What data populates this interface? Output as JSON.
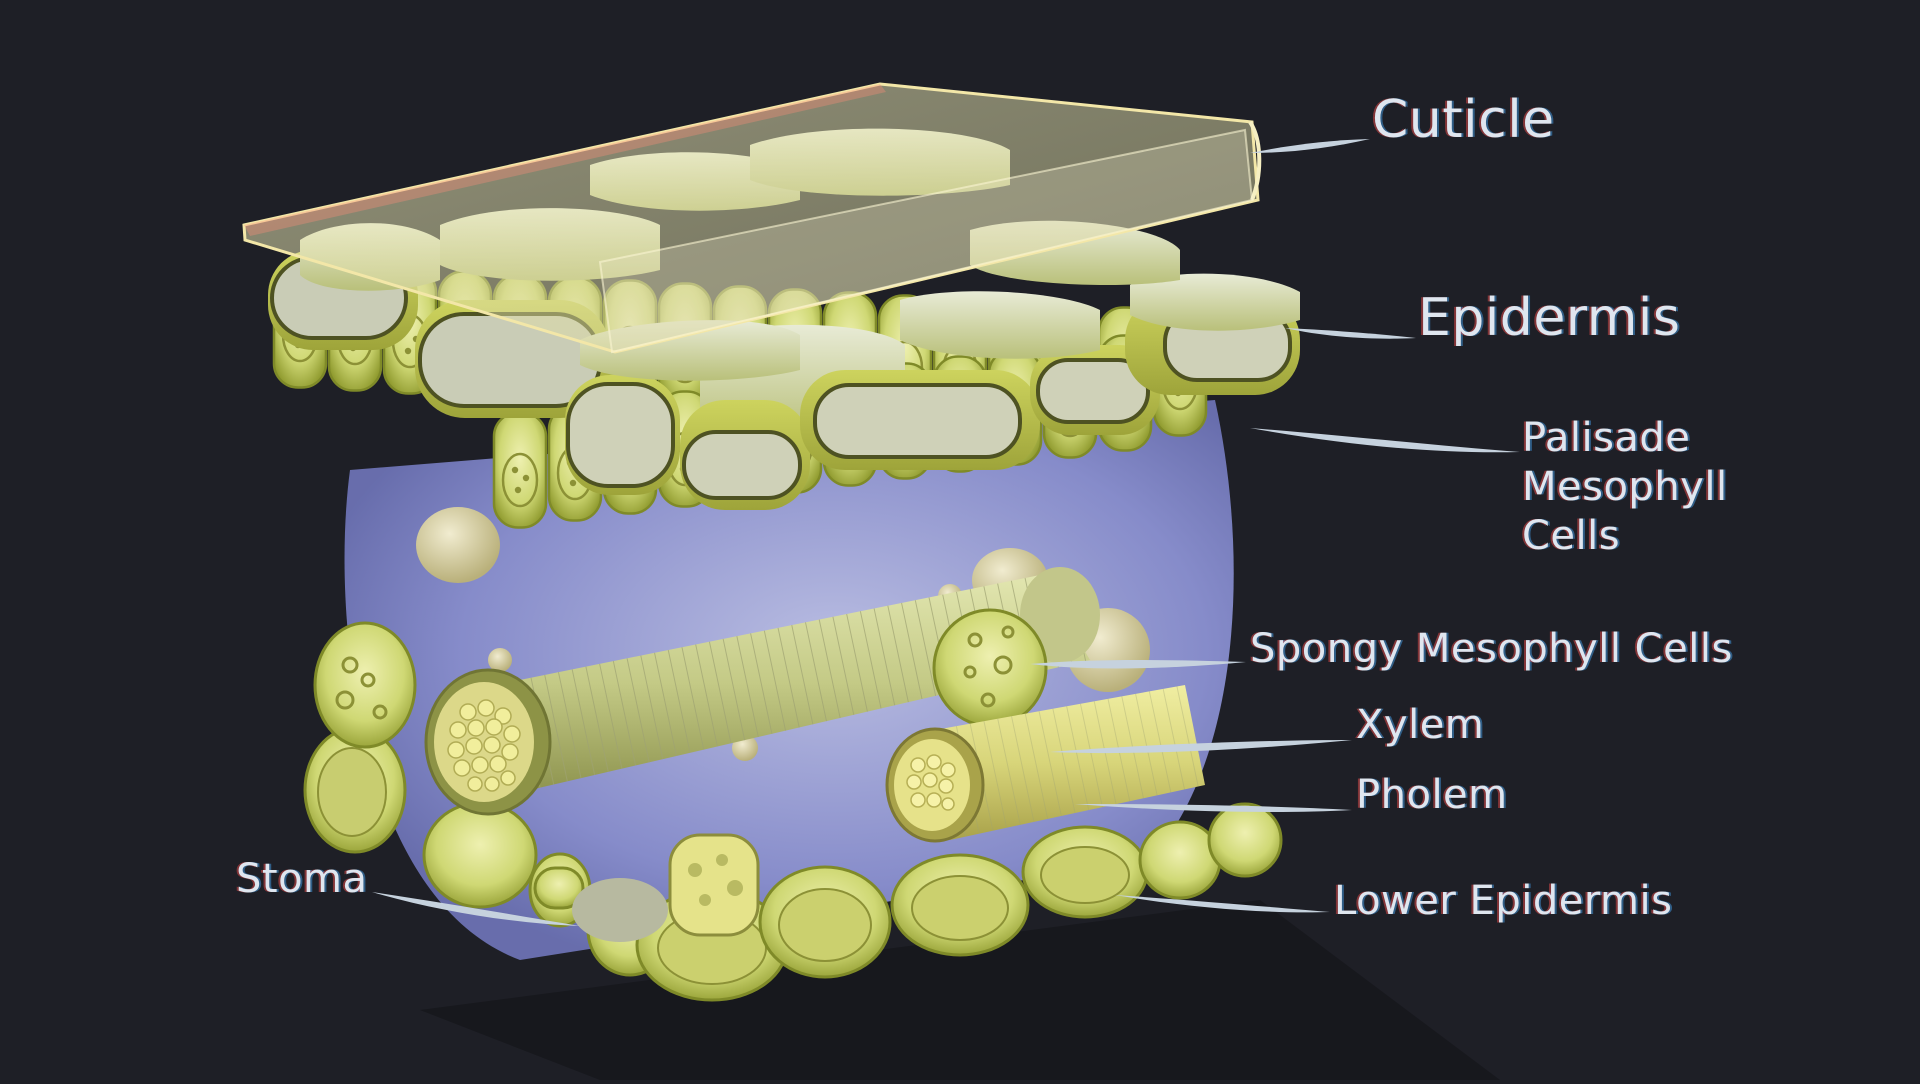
{
  "labels": {
    "cuticle": "Cuticle",
    "epidermis": "Epidermis",
    "palisade": [
      "Palisade",
      "Mesophyll",
      "Cells"
    ],
    "spongy": "Spongy Mesophyll Cells",
    "xylem": "Xylem",
    "pholem": "Pholem",
    "lower_epidermis": "Lower Epidermis",
    "stoma": "Stoma"
  },
  "colors": {
    "background": "#1e1f26",
    "label_text": "#dfe6ef",
    "cell_green": "#d3dc7a",
    "cell_dark": "#9aa53a",
    "cuticle": "#e9e9b8",
    "air_space": "#a8aee8"
  }
}
